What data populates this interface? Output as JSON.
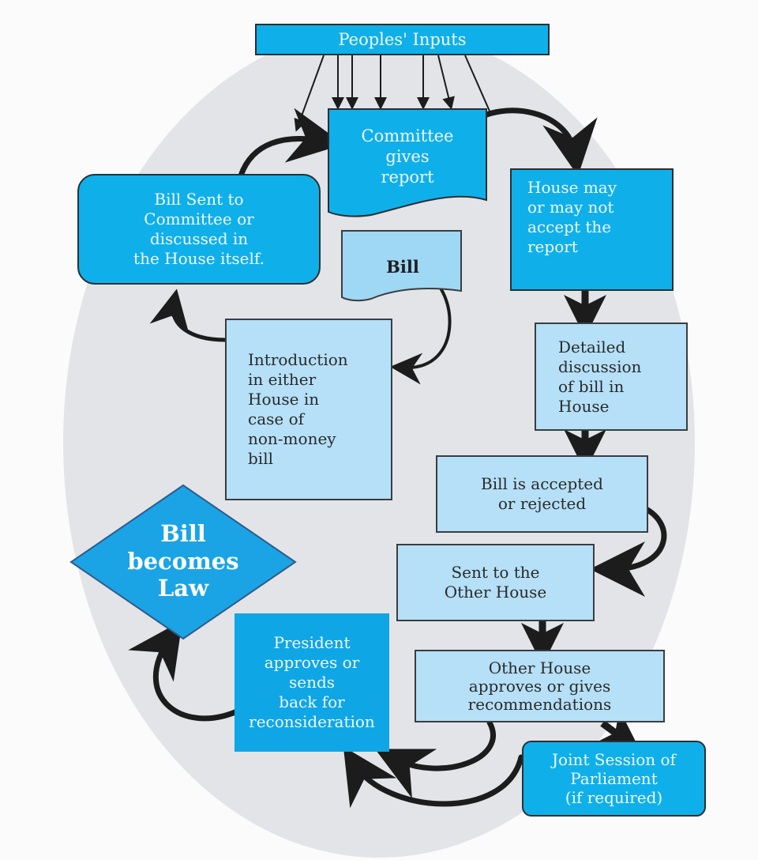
{
  "diagram": {
    "title": "How a bill becomes law (non-money bill)",
    "colors": {
      "background_ellipse": "#e3e4e8",
      "dark_box": "#0fb0ea",
      "light_box": "#b5e0f7",
      "diamond": "#1aa4e6",
      "arrow": "#1c1c1c"
    },
    "nodes": {
      "peoples_inputs": "Peoples' Inputs",
      "committee_report": "Committee\ngives\nreport",
      "bill_sent": "Bill Sent to\nCommittee or\ndiscussed in\nthe House itself.",
      "bill_doc": "Bill",
      "house_accept": "House may\nor may not\naccept the\nreport",
      "introduction": "Introduction\nin either\nHouse in\ncase of\nnon-money\nbill",
      "detailed_discussion": "Detailed\ndiscussion\nof bill in\nHouse",
      "accepted_rejected": "Bill is accepted\nor rejected",
      "bill_becomes_law": "Bill\nbecomes\nLaw",
      "sent_other_house": "Sent to the\nOther House",
      "president": "President\napproves or\nsends\nback for\nreconsideration",
      "other_house_approves": "Other House\napproves or gives\nrecommendations",
      "joint_session": "Joint Session of\nParliament\n(if required)"
    },
    "edges": [
      {
        "from": "Peoples' Inputs",
        "to": "Committee gives report"
      },
      {
        "from": "Bill",
        "to": "Introduction in either House"
      },
      {
        "from": "Introduction in either House",
        "to": "Bill Sent to Committee"
      },
      {
        "from": "Bill Sent to Committee",
        "to": "Committee gives report"
      },
      {
        "from": "Committee gives report",
        "to": "House may or may not accept the report"
      },
      {
        "from": "House may or may not accept the report",
        "to": "Detailed discussion"
      },
      {
        "from": "Detailed discussion",
        "to": "Bill is accepted or rejected"
      },
      {
        "from": "Bill is accepted or rejected",
        "to": "Sent to the Other House"
      },
      {
        "from": "Sent to the Other House",
        "to": "Other House approves"
      },
      {
        "from": "Other House approves",
        "to": "Joint Session of Parliament"
      },
      {
        "from": "Other House approves",
        "to": "President"
      },
      {
        "from": "Joint Session of Parliament",
        "to": "President"
      },
      {
        "from": "President",
        "to": "Bill becomes Law"
      }
    ]
  }
}
